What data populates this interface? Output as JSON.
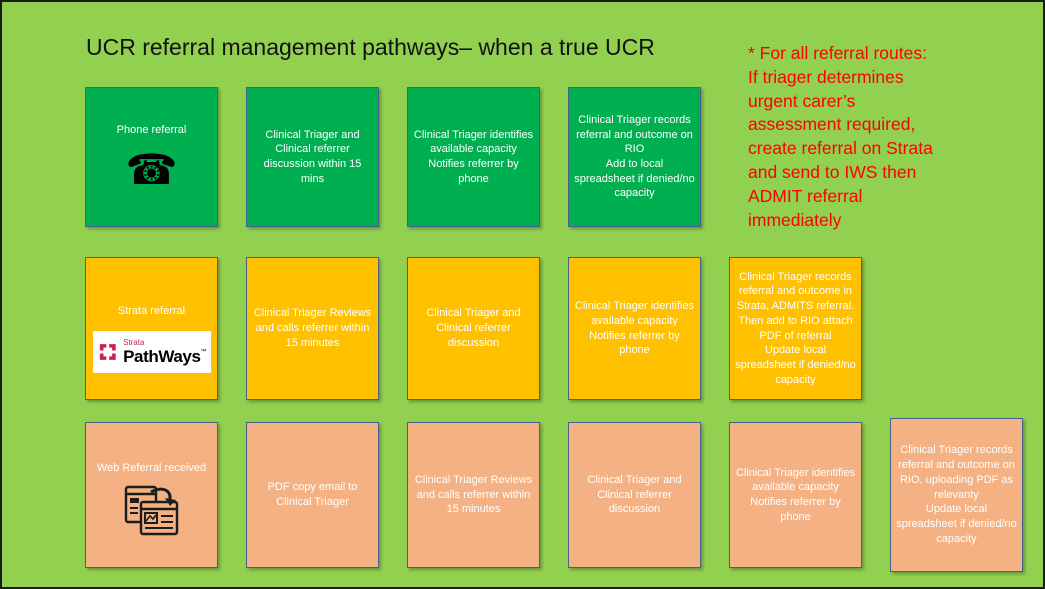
{
  "page": {
    "title": "UCR referral management pathways– when a true UCR",
    "background_color": "#92D050",
    "box_border_color": "#47618e"
  },
  "note": {
    "text": "* For all referral routes:\nIf triager determines\nurgent carer’s\nassessment required,\ncreate referral on Strata\nand send to IWS then\nADMIT referral\nimmediately",
    "color": "#FF0000"
  },
  "rows": [
    {
      "id": "phone-referral-pathway",
      "box_color": "#00B050",
      "boxes": [
        {
          "label": "Phone referral",
          "icon": "phone-icon",
          "icon_glyph": "☎"
        },
        {
          "label": "Clinical Triager and Clinical referrer discussion within 15 mins"
        },
        {
          "label": "Clinical Triager identifies available capacity\nNotifies referrer by phone"
        },
        {
          "label": "Clinical Triager records referral and outcome on RIO\nAdd to local spreadsheet if denied/no capacity"
        }
      ]
    },
    {
      "id": "strata-referral-pathway",
      "box_color": "#FFC000",
      "boxes": [
        {
          "label": "Strata referral",
          "icon": "strata-pathways-logo",
          "logo": {
            "small": "Strata",
            "large": "PathWays",
            "tm": "™"
          }
        },
        {
          "label": "Clinical Triager Reviews and calls referrer within 15 minutes"
        },
        {
          "label": "Clinical Triager and Clinical referrer discussion"
        },
        {
          "label": "Clinical Triager identifies available capacity\nNotifies referrer by phone"
        },
        {
          "label": "Clinical Triager records referral and outcome in Strata, ADMITS referral.\nThen add to RIO attach PDF of referral\nUpdate local spreadsheet if denied/no capacity"
        }
      ]
    },
    {
      "id": "web-referral-pathway",
      "box_color": "#F4B183",
      "boxes": [
        {
          "label": "Web Referral received",
          "icon": "web-form-icon"
        },
        {
          "label": "PDF copy email to Clinical Triager"
        },
        {
          "label": "Clinical Triager Reviews and calls referrer within 15 minutes"
        },
        {
          "label": "Clinical Triager and Clinical referrer discussion"
        },
        {
          "label": "Clinical Triager identifies available capacity\nNotifies referrer by phone"
        },
        {
          "label": "Clinical Triager records referral and outcome on RIO, uploading PDF as relevanty\nUpdate local spreadsheet if denied/no capacity"
        }
      ]
    }
  ]
}
